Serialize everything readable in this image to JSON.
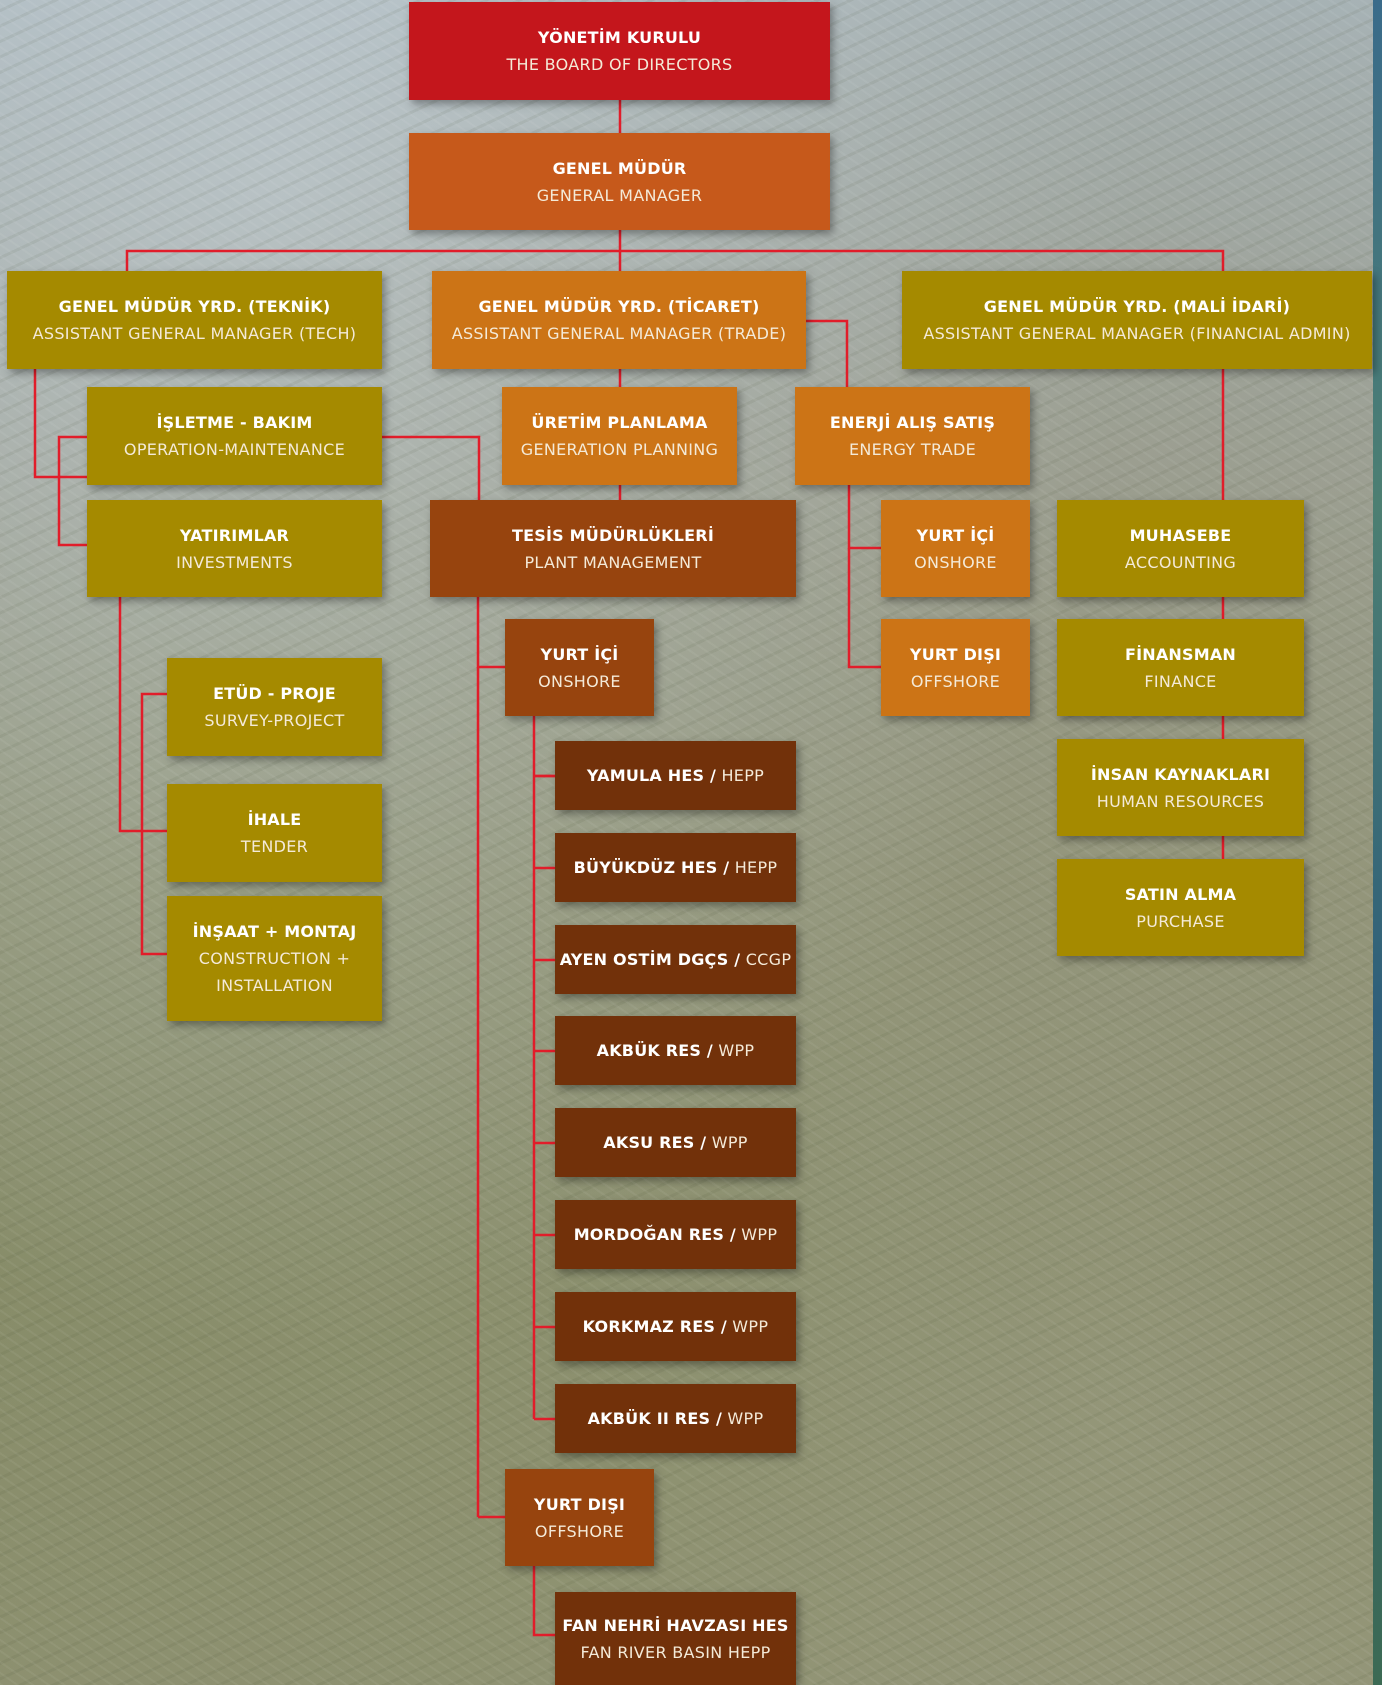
{
  "colors": {
    "red": "#c4161c",
    "orange": "#c6591b",
    "olive": "#a58a00",
    "amber": "#cc7416",
    "brown": "#97440e",
    "dark_brown": "#72310a",
    "connector": "#e11d2a"
  },
  "board": {
    "tr": "YÖNETİM KURULU",
    "en": "THE BOARD OF DIRECTORS"
  },
  "gm": {
    "tr": "GENEL MÜDÜR",
    "en": "GENERAL MANAGER"
  },
  "agm_tech": {
    "tr": "GENEL MÜDÜR YRD. (TEKNİK)",
    "en": "ASSISTANT GENERAL MANAGER (TECH)"
  },
  "agm_trade": {
    "tr": "GENEL MÜDÜR YRD. (TİCARET)",
    "en": "ASSISTANT GENERAL MANAGER (TRADE)"
  },
  "agm_fin": {
    "tr": "GENEL MÜDÜR YRD. (MALİ İDARİ)",
    "en": "ASSISTANT GENERAL MANAGER (FINANCIAL ADMIN)"
  },
  "tech": {
    "operation": {
      "tr": "İŞLETME - BAKIM",
      "en": "OPERATION-MAINTENANCE"
    },
    "investments": {
      "tr": "YATIRIMLAR",
      "en": "INVESTMENTS"
    },
    "survey": {
      "tr": "ETÜD - PROJE",
      "en": "SURVEY-PROJECT"
    },
    "tender": {
      "tr": "İHALE",
      "en": "TENDER"
    },
    "construction": {
      "tr": "İNŞAAT + MONTAJ",
      "en1": "CONSTRUCTION +",
      "en2": "INSTALLATION"
    }
  },
  "trade": {
    "generation": {
      "tr": "ÜRETİM PLANLAMA",
      "en": "GENERATION PLANNING"
    },
    "energy": {
      "tr": "ENERJİ ALIŞ SATIŞ",
      "en": "ENERGY TRADE"
    },
    "energy_onshore": {
      "tr": "YURT İÇİ",
      "en": "ONSHORE"
    },
    "energy_offshore": {
      "tr": "YURT DIŞI",
      "en": "OFFSHORE"
    },
    "plant_mgmt": {
      "tr": "TESİS MÜDÜRLÜKLERİ",
      "en": "PLANT MANAGEMENT"
    },
    "plant_onshore": {
      "tr": "YURT İÇİ",
      "en": "ONSHORE"
    },
    "plant_offshore": {
      "tr": "YURT DIŞI",
      "en": "OFFSHORE"
    },
    "plants": [
      {
        "name": "YAMULA HES /",
        "type": " HEPP"
      },
      {
        "name": "BÜYÜKDÜZ HES /",
        "type": " HEPP"
      },
      {
        "name": "AYEN OSTİM DGÇS /",
        "type": " CCGP"
      },
      {
        "name": "AKBÜK RES /",
        "type": " WPP"
      },
      {
        "name": "AKSU RES /",
        "type": " WPP"
      },
      {
        "name": "MORDOĞAN RES /",
        "type": " WPP"
      },
      {
        "name": "KORKMAZ RES /",
        "type": " WPP"
      },
      {
        "name": "AKBÜK II RES /",
        "type": " WPP"
      }
    ],
    "fan_river": {
      "tr": "FAN NEHRİ HAVZASI HES",
      "en": "FAN RIVER BASIN HEPP"
    }
  },
  "finance": {
    "accounting": {
      "tr": "MUHASEBE",
      "en": "ACCOUNTING"
    },
    "finance": {
      "tr": "FİNANSMAN",
      "en": "FINANCE"
    },
    "hr": {
      "tr": "İNSAN KAYNAKLARI",
      "en": "HUMAN RESOURCES"
    },
    "purchase": {
      "tr": "SATIN ALMA",
      "en": "PURCHASE"
    }
  }
}
